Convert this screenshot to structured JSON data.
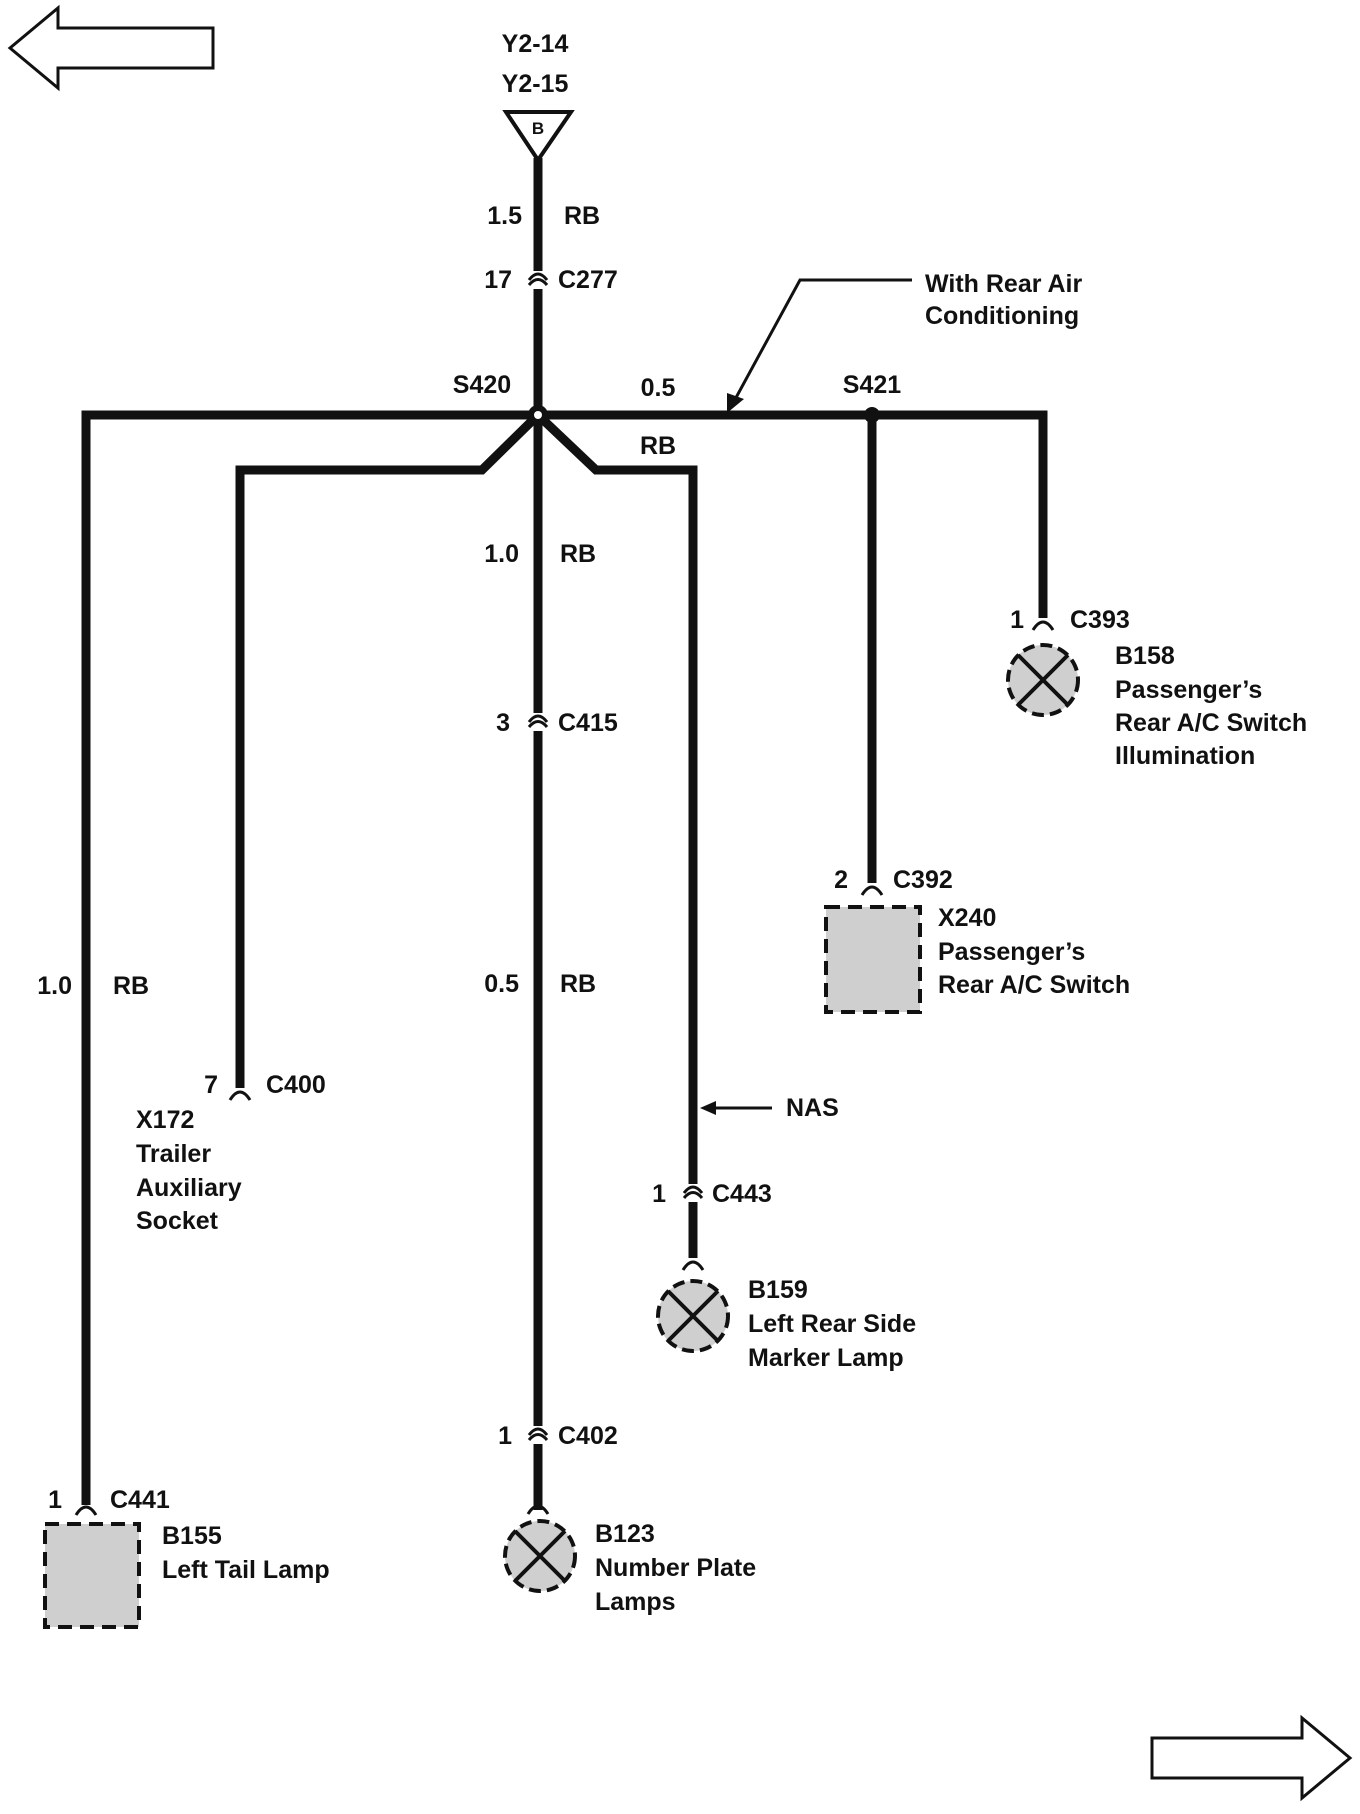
{
  "source": {
    "line1": "Y2-14",
    "line2": "Y2-15",
    "symbol": "B"
  },
  "main_feed": {
    "gauge": "1.5",
    "color": "RB",
    "pin": "17",
    "connector": "C277"
  },
  "note_rear_air": {
    "line1": "With Rear Air",
    "line2": "Conditioning"
  },
  "splice_s420": "S420",
  "splice_s421": "S421",
  "right_bus": {
    "gauge": "0.5",
    "color": "RB"
  },
  "center_mid": {
    "gauge": "1.0",
    "color": "RB"
  },
  "center_c415": {
    "pin": "3",
    "connector": "C415"
  },
  "center_low": {
    "gauge": "0.5",
    "color": "RB"
  },
  "left_wire": {
    "gauge": "1.0",
    "color": "RB"
  },
  "b158": {
    "pin": "1",
    "connector": "C393",
    "code": "B158",
    "line1": "Passenger’s",
    "line2": "Rear A/C Switch",
    "line3": "Illumination"
  },
  "x240": {
    "pin": "2",
    "connector": "C392",
    "code": "X240",
    "line1": "Passenger’s",
    "line2": "Rear A/C Switch"
  },
  "x172": {
    "pin": "7",
    "connector": "C400",
    "code": "X172",
    "line1": "Trailer",
    "line2": "Auxiliary",
    "line3": "Socket"
  },
  "nas_label": "NAS",
  "b159": {
    "pin": "1",
    "connector": "C443",
    "code": "B159",
    "line1": "Left Rear Side",
    "line2": "Marker Lamp"
  },
  "b123": {
    "pin": "1",
    "connector": "C402",
    "code": "B123",
    "line1": "Number Plate",
    "line2": "Lamps"
  },
  "b155": {
    "pin": "1",
    "connector": "C441",
    "code": "B155",
    "line1": "Left Tail Lamp"
  },
  "icons": [
    "back-arrow-icon",
    "forward-arrow-icon",
    "lamp-icon",
    "component-box-icon",
    "connector-icon",
    "splice-icon"
  ]
}
